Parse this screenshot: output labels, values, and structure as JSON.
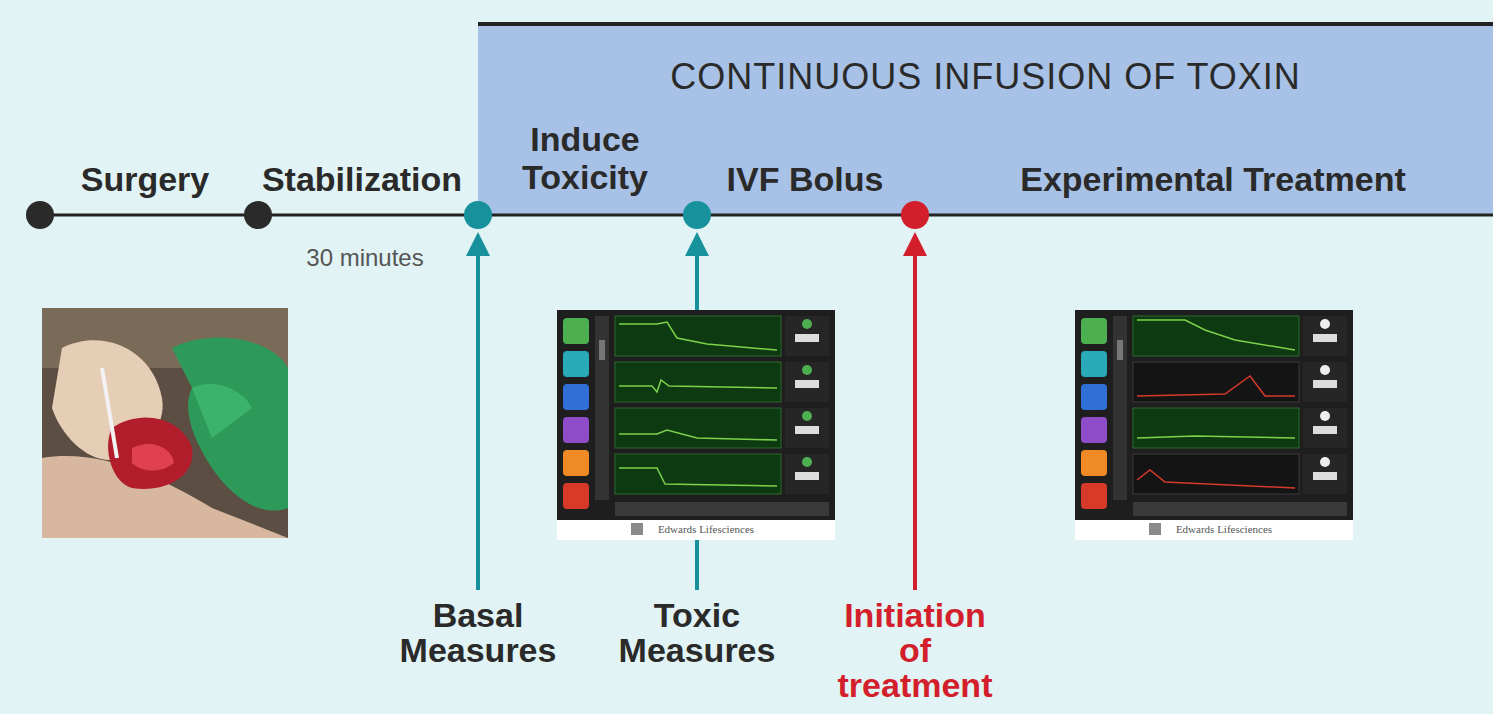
{
  "diagram": {
    "nodes": [
      {
        "text": [
          "CONTINUOUS INFUSION OF TOXIN"
        ]
      }
    ],
    "labels": [
      "Surgery",
      "Stabilization",
      "Induce Toxicity",
      "IVF Bolus",
      "Experimental Treatment",
      "30 minutes",
      "Basal Measures",
      "Toxic Measures",
      "Initiation of treatment",
      "Edwards Lifesciences",
      "Edwards Lifesciences"
    ]
  }
}
